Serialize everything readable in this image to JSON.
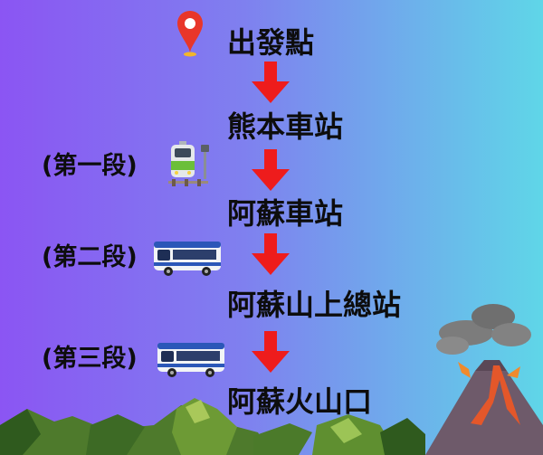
{
  "route": {
    "start": "出發點",
    "stations": [
      "熊本車站",
      "阿蘇車站",
      "阿蘇山上總站",
      "阿蘇火山口"
    ]
  },
  "segments": [
    {
      "label": "(第一段)",
      "icon": "train-icon"
    },
    {
      "label": "(第二段)",
      "icon": "bus-icon"
    },
    {
      "label": "(第三段)",
      "icon": "bus-icon"
    }
  ],
  "icons": {
    "start": "map-pin-icon",
    "arrows": "red-down-arrow-icon",
    "background": [
      "mountain-icon",
      "volcano-icon"
    ]
  },
  "colors": {
    "arrow": "#ee1c1c",
    "pin": "#e8362a",
    "gradient_left": "#8b55f3",
    "gradient_right": "#5fd6e8"
  }
}
